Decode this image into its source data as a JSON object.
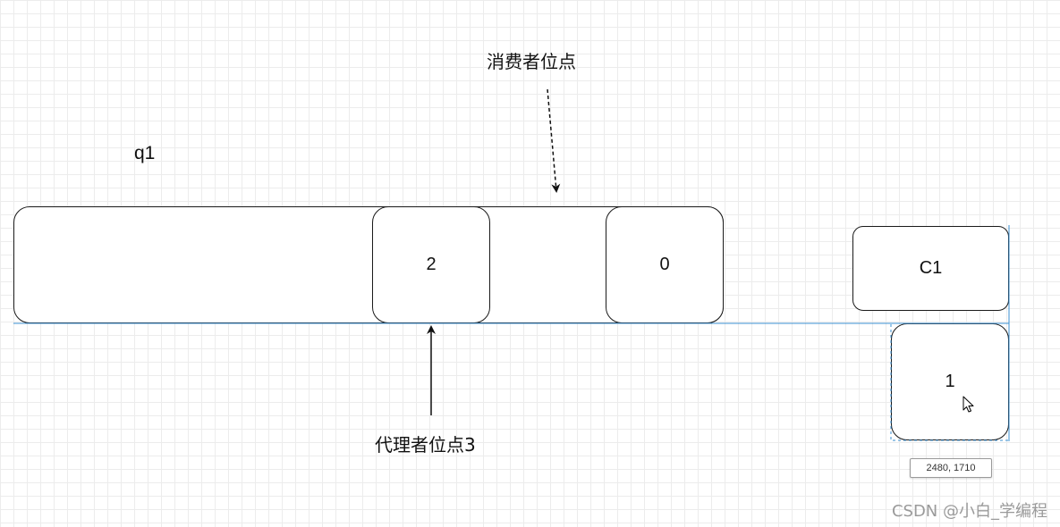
{
  "labels": {
    "q1": "q1",
    "consumer_offset": "消费者位点",
    "broker_offset": "代理者位点3"
  },
  "boxes": {
    "slot_2": "2",
    "slot_0": "0",
    "c1": "C1",
    "slot_1": "1"
  },
  "coordinate_tooltip": "2480, 1710",
  "watermark": "CSDN @小白_学编程",
  "colors": {
    "guide_line": "#3a8fd0",
    "box_border": "#1a1a1a",
    "grid": "#ececec"
  }
}
